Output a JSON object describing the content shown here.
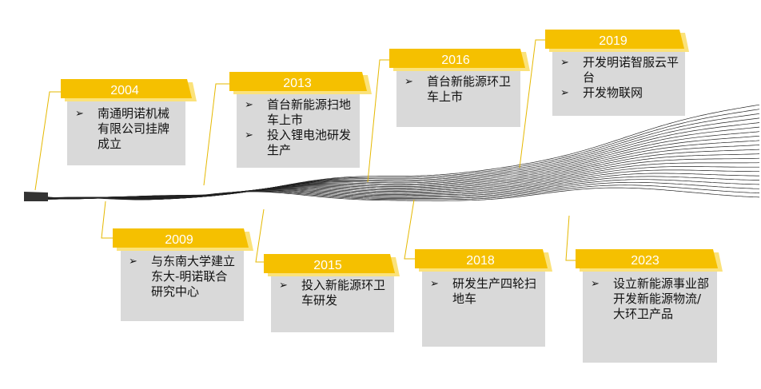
{
  "colors": {
    "tag": "#f5c000",
    "tag_shadow": "#fbe27a",
    "box": "#d9d9d9",
    "wave": "#222222",
    "connector": "#e5b800"
  },
  "bullet_icon": "arrow-bullet-icon",
  "bullet_glyph": "➢",
  "milestones": [
    {
      "year": "2004",
      "items": [
        "南通明诺机械有限公司挂牌成立"
      ]
    },
    {
      "year": "2009",
      "items": [
        "与东南大学建立东大-明诺联合研究中心"
      ]
    },
    {
      "year": "2013",
      "items": [
        "首台新能源扫地车上市",
        "投入锂电池研发生产"
      ]
    },
    {
      "year": "2015",
      "items": [
        "投入新能源环卫车研发"
      ]
    },
    {
      "year": "2016",
      "items": [
        "首台新能源环卫车上市"
      ]
    },
    {
      "year": "2018",
      "items": [
        "研发生产四轮扫地车"
      ]
    },
    {
      "year": "2019",
      "items": [
        "开发明诺智服云平台",
        "开发物联网"
      ]
    },
    {
      "year": "2023",
      "items": [
        "设立新能源事业部开发新能源物流/大环卫产品"
      ]
    }
  ]
}
